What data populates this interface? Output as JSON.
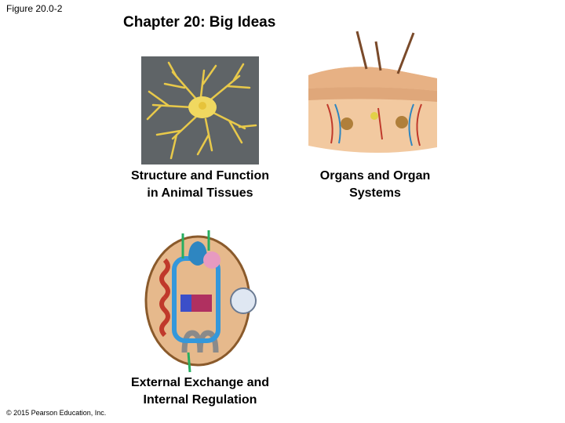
{
  "slide": {
    "figure_label": "Figure 20.0-2",
    "title": "Chapter 20: Big Ideas",
    "captions": [
      "Structure and Function\nin Animal Tissues",
      "Organs and Organ\nSystems",
      "External Exchange and\nInternal Regulation"
    ],
    "copyright": "© 2015 Pearson Education, Inc."
  }
}
